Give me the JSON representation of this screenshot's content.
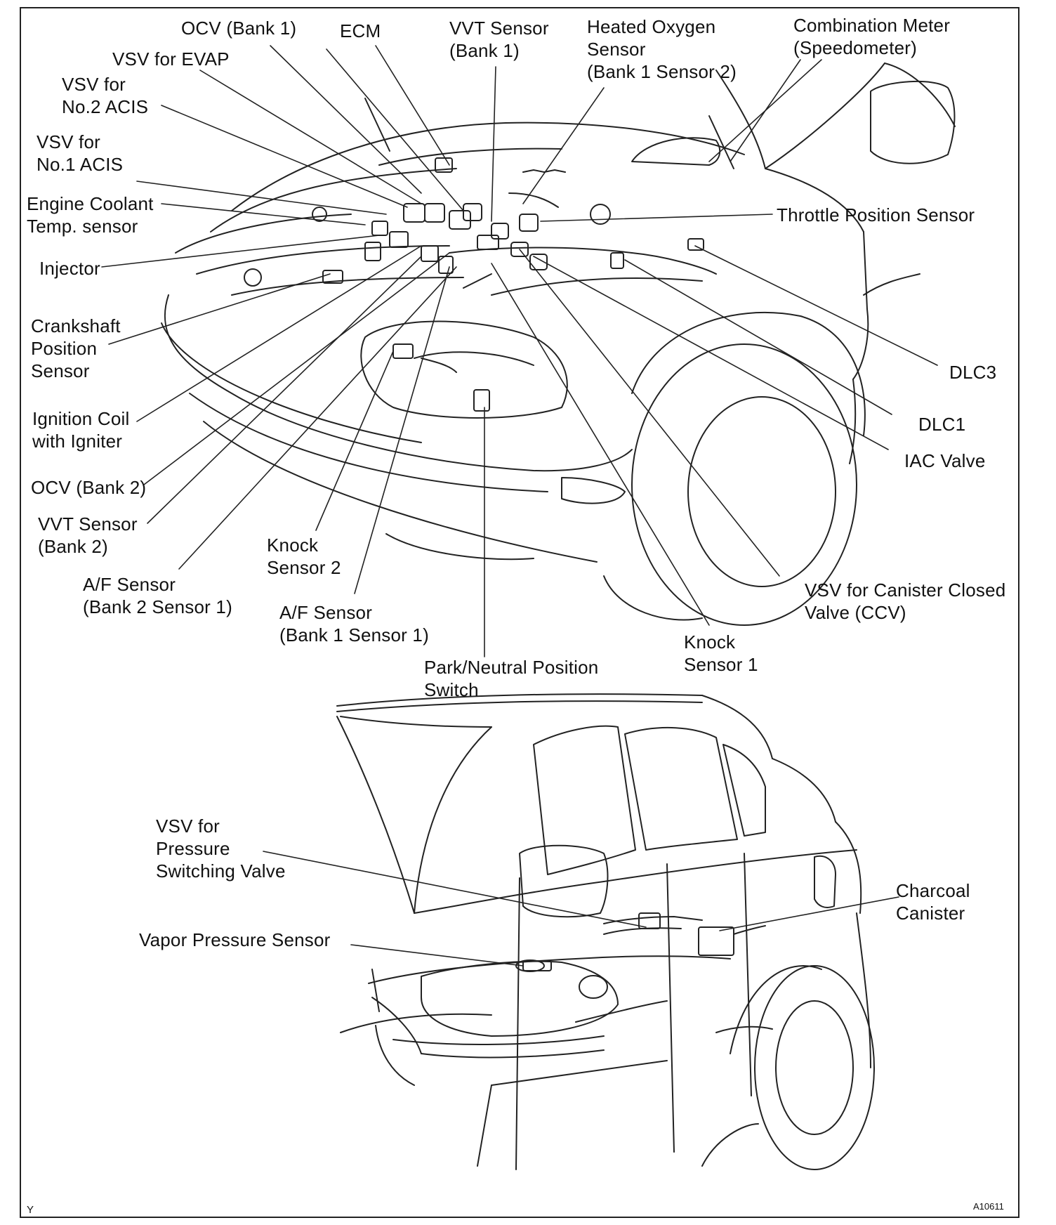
{
  "labels": {
    "ocv_bank1": "OCV (Bank 1)",
    "ecm": "ECM",
    "vvt_sensor_bank1": "VVT Sensor\n(Bank 1)",
    "heated_oxygen_sensor": "Heated Oxygen\nSensor\n(Bank 1 Sensor 2)",
    "combination_meter": "Combination Meter\n(Speedometer)",
    "vsv_evap": "VSV for EVAP",
    "vsv_acis2": "VSV for\nNo.2 ACIS",
    "vsv_acis1": "VSV for\nNo.1 ACIS",
    "engine_coolant": "Engine Coolant\nTemp. sensor",
    "injector": "Injector",
    "crankshaft_sensor": "Crankshaft\nPosition\nSensor",
    "ignition_coil": "Ignition Coil\nwith Igniter",
    "ocv_bank2": "OCV (Bank 2)",
    "vvt_sensor_bank2": "VVT Sensor\n(Bank 2)",
    "af_sensor_bank2": "A/F Sensor\n(Bank 2 Sensor 1)",
    "knock_sensor2": "Knock\nSensor 2",
    "af_sensor_bank1": "A/F Sensor\n(Bank 1 Sensor 1)",
    "park_neutral": "Park/Neutral Position\nSwitch",
    "knock_sensor1": "Knock\nSensor 1",
    "vsv_ccv": "VSV for Canister Closed\nValve (CCV)",
    "iac_valve": "IAC Valve",
    "dlc1": "DLC1",
    "dlc3": "DLC3",
    "throttle_sensor": "Throttle Position Sensor",
    "vsv_pressure": "VSV for\n Pressure\n Switching Valve",
    "vapor_pressure": "Vapor Pressure Sensor",
    "charcoal_canister": "Charcoal\nCanister"
  },
  "footer": {
    "left_mark": "Y",
    "figure_id": "A10611"
  }
}
